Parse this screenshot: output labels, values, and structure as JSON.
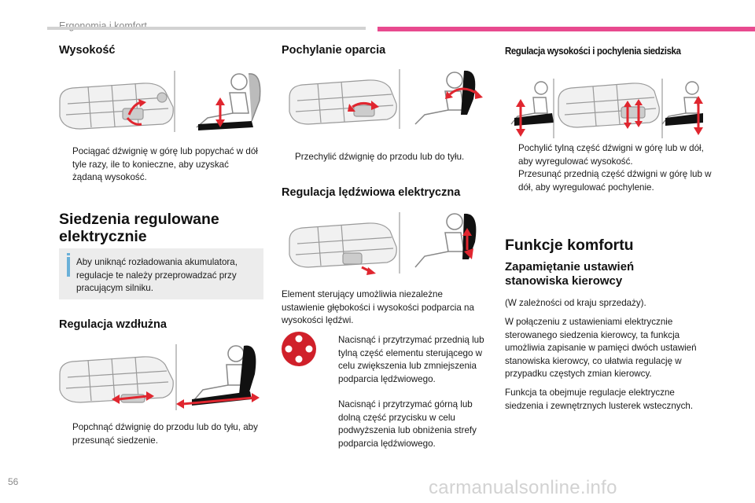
{
  "header": {
    "section": "Ergonomia i komfort",
    "accent_color": "#e84a8f"
  },
  "page_number": "56",
  "watermark": "carmanualsonline.info",
  "col1": {
    "height_title": "Wysokość",
    "height_text": "Pociągać dźwignię w górę lub popychać w dół tyle razy, ile to konieczne, aby uzyskać żądaną wysokość.",
    "electric_title": "Siedzenia regulowane elektrycznie",
    "info_text": "Aby uniknąć rozładowania akumulatora, regulacje te należy przeprowadzać przy pracującym silniku.",
    "longitudinal_title": "Regulacja wzdłużna",
    "longitudinal_text": "Popchnąć dźwignię do przodu lub do tyłu, aby przesunąć siedzenie."
  },
  "col2": {
    "backrest_title": "Pochylanie oparcia",
    "backrest_text": "Przechylić dźwignię do przodu lub do tyłu.",
    "lumbar_title": "Regulacja lędźwiowa elektryczna",
    "lumbar_intro": "Element sterujący umożliwia niezależne ustawienie głębokości i wysokości podparcia na wysokości lędźwi.",
    "lumbar_bullet1": "Nacisnąć i przytrzymać przednią lub tylną część elementu sterującego w celu zwiększenia lub zmniejszenia podparcia lędźwiowego.",
    "lumbar_bullet2": "Nacisnąć i przytrzymać górną lub dolną część przycisku w celu podwyższenia lub obniżenia strefy podparcia lędźwiowego."
  },
  "col3": {
    "seat_adj_title": "Regulacja wysokości i pochylenia siedziska",
    "seat_adj_bullet1": "Pochylić tylną część dźwigni w górę lub w dół, aby wyregulować wysokość.",
    "seat_adj_bullet2": "Przesunąć przednią część dźwigni w górę lub w dół, aby wyregulować pochylenie.",
    "comfort_title": "Funkcje komfortu",
    "memory_title": "Zapamiętanie ustawień stanowiska kierowcy",
    "memory_note": "(W zależności od kraju sprzedaży).",
    "memory_text1": "W połączeniu z ustawieniami elektrycznie sterowanego siedzenia kierowcy, ta funkcja umożliwia zapisanie w pamięci dwóch ustawień stanowiska kierowcy, co ułatwia regulację w przypadku częstych zmian kierowcy.",
    "memory_text2": "Funkcja ta obejmuje regulacje elektryczne siedzenia i zewnętrznych lusterek wstecznych."
  },
  "bullet_marker": "",
  "info_icon": "info-icon",
  "arrow_color": "#e0262f"
}
